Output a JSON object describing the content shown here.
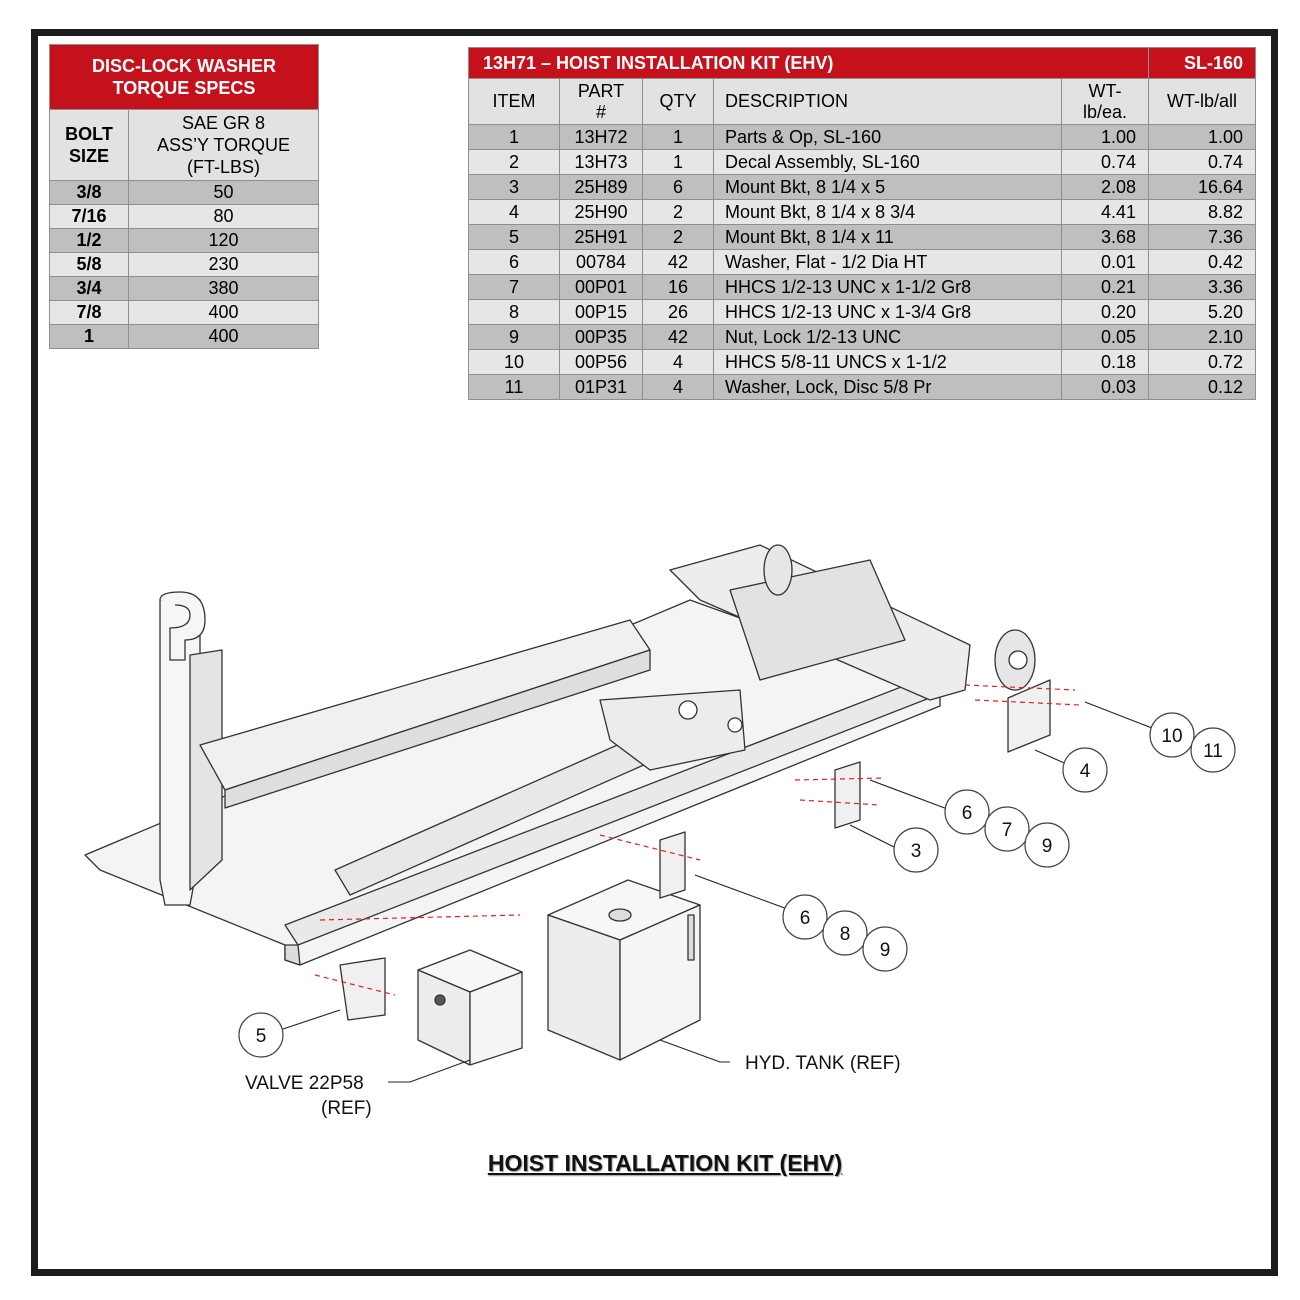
{
  "torque_table": {
    "title_line1": "DISC-LOCK WASHER",
    "title_line2": "TORQUE SPECS",
    "col1_line1": "BOLT",
    "col1_line2": "SIZE",
    "col2_line1": "SAE GR 8",
    "col2_line2": "ASS’Y TORQUE",
    "col2_line3": "(FT-LBS)",
    "rows": [
      {
        "size": "3/8",
        "torque": "50"
      },
      {
        "size": "7/16",
        "torque": "80"
      },
      {
        "size": "1/2",
        "torque": "120"
      },
      {
        "size": "5/8",
        "torque": "230"
      },
      {
        "size": "3/4",
        "torque": "380"
      },
      {
        "size": "7/8",
        "torque": "400"
      },
      {
        "size": "1",
        "torque": "400"
      }
    ]
  },
  "kit_table": {
    "title": "13H71 – HOIST INSTALLATION KIT (EHV)",
    "model": "SL-160",
    "headers": {
      "item": "ITEM",
      "part_line1": "PART",
      "part_line2": "#",
      "qty": "QTY",
      "description": "DESCRIPTION",
      "wt_each_line1": "WT-",
      "wt_each_line2": "lb/ea.",
      "wt_all": "WT-lb/all"
    },
    "rows": [
      {
        "item": "1",
        "part": "13H72",
        "qty": "1",
        "description": "Parts & Op, SL-160",
        "wt_each": "1.00",
        "wt_all": "1.00"
      },
      {
        "item": "2",
        "part": "13H73",
        "qty": "1",
        "description": "Decal Assembly, SL-160",
        "wt_each": "0.74",
        "wt_all": "0.74"
      },
      {
        "item": "3",
        "part": "25H89",
        "qty": "6",
        "description": "Mount Bkt, 8 1/4 x 5",
        "wt_each": "2.08",
        "wt_all": "16.64"
      },
      {
        "item": "4",
        "part": "25H90",
        "qty": "2",
        "description": "Mount Bkt, 8 1/4 x 8 3/4",
        "wt_each": "4.41",
        "wt_all": "8.82"
      },
      {
        "item": "5",
        "part": "25H91",
        "qty": "2",
        "description": "Mount Bkt, 8 1/4 x 11",
        "wt_each": "3.68",
        "wt_all": "7.36"
      },
      {
        "item": "6",
        "part": "00784",
        "qty": "42",
        "description": "Washer, Flat - 1/2 Dia HT",
        "wt_each": "0.01",
        "wt_all": "0.42"
      },
      {
        "item": "7",
        "part": "00P01",
        "qty": "16",
        "description": "HHCS 1/2-13 UNC x 1-1/2 Gr8",
        "wt_each": "0.21",
        "wt_all": "3.36"
      },
      {
        "item": "8",
        "part": "00P15",
        "qty": "26",
        "description": "HHCS 1/2-13 UNC x 1-3/4 Gr8",
        "wt_each": "0.20",
        "wt_all": "5.20"
      },
      {
        "item": "9",
        "part": "00P35",
        "qty": "42",
        "description": "Nut, Lock 1/2-13 UNC",
        "wt_each": "0.05",
        "wt_all": "2.10"
      },
      {
        "item": "10",
        "part": "00P56",
        "qty": "4",
        "description": "HHCS 5/8-11 UNCS x 1-1/2",
        "wt_each": "0.18",
        "wt_all": "0.72"
      },
      {
        "item": "11",
        "part": "01P31",
        "qty": "4",
        "description": "Washer, Lock, Disc 5/8 Pr",
        "wt_each": "0.03",
        "wt_all": "0.12"
      }
    ]
  },
  "callouts": [
    "10",
    "11",
    "4",
    "6",
    "7",
    "9",
    "3",
    "6",
    "8",
    "9",
    "5"
  ],
  "labels": {
    "valve_line1": "VALVE 22P58",
    "valve_line2": "(REF)",
    "tank": "HYD. TANK (REF)"
  },
  "caption": "HOIST INSTALLATION KIT (EHV)"
}
